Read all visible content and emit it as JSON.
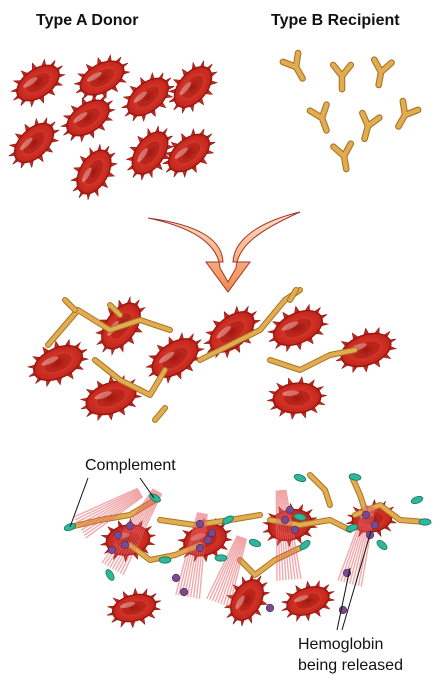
{
  "headers": {
    "donor": "Type A Donor",
    "recipient": "Type B Recipient"
  },
  "labels": {
    "complement": "Complement",
    "hemoglobin_line1": "Hemoglobin",
    "hemoglobin_line2": "being released"
  },
  "colors": {
    "rbc": "#c8281e",
    "rbc_dark": "#8e150f",
    "rbc_light": "#e2544a",
    "antibody": "#e2ac52",
    "antibody_edge": "#a87522",
    "arrow": "#f29a5a",
    "arrow_edge": "#a3322a",
    "complement": "#2fb79a",
    "hemoglobin": "#7a4a8f",
    "lysis": "#e7636a"
  }
}
